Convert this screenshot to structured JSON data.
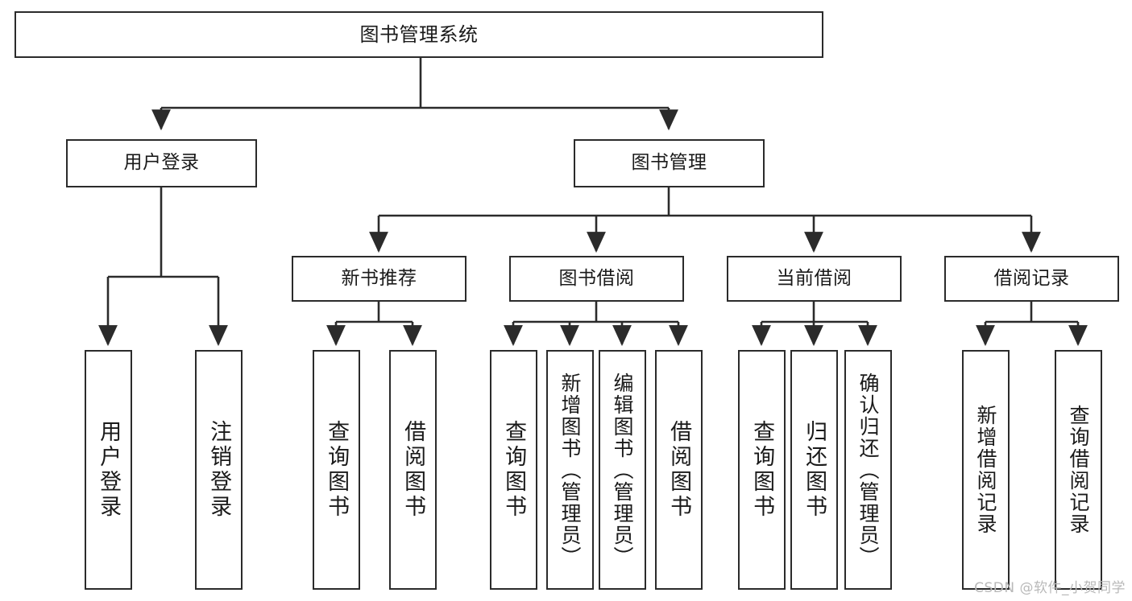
{
  "diagram": {
    "title": "图书管理系统",
    "watermark": "CSDN @软件_小贺同学",
    "colors": {
      "stroke": "#2b2b2b",
      "fill": "#ffffff",
      "text": "#1a1a1a",
      "watermark": "#b9b9b9"
    },
    "nodes": {
      "root": {
        "label": "图书管理系统"
      },
      "level2": [
        {
          "label": "用户登录"
        },
        {
          "label": "图书管理"
        }
      ],
      "level3": [
        {
          "label": "新书推荐"
        },
        {
          "label": "图书借阅"
        },
        {
          "label": "当前借阅"
        },
        {
          "label": "借阅记录"
        }
      ],
      "leaves": {
        "user_login": [
          {
            "label": "用户登录"
          },
          {
            "label": "注销登录"
          }
        ],
        "new_book_recommend": [
          {
            "label": "查询图书"
          },
          {
            "label": "借阅图书"
          }
        ],
        "book_borrow": [
          {
            "label": "查询图书"
          },
          {
            "label": "新增图书（管理员）"
          },
          {
            "label": "编辑图书（管理员）"
          },
          {
            "label": "借阅图书"
          }
        ],
        "current_borrow": [
          {
            "label": "查询图书"
          },
          {
            "label": "归还图书"
          },
          {
            "label": "确认归还（管理员）"
          }
        ],
        "borrow_record": [
          {
            "label": "新增借阅记录"
          },
          {
            "label": "查询借阅记录"
          }
        ]
      }
    }
  }
}
